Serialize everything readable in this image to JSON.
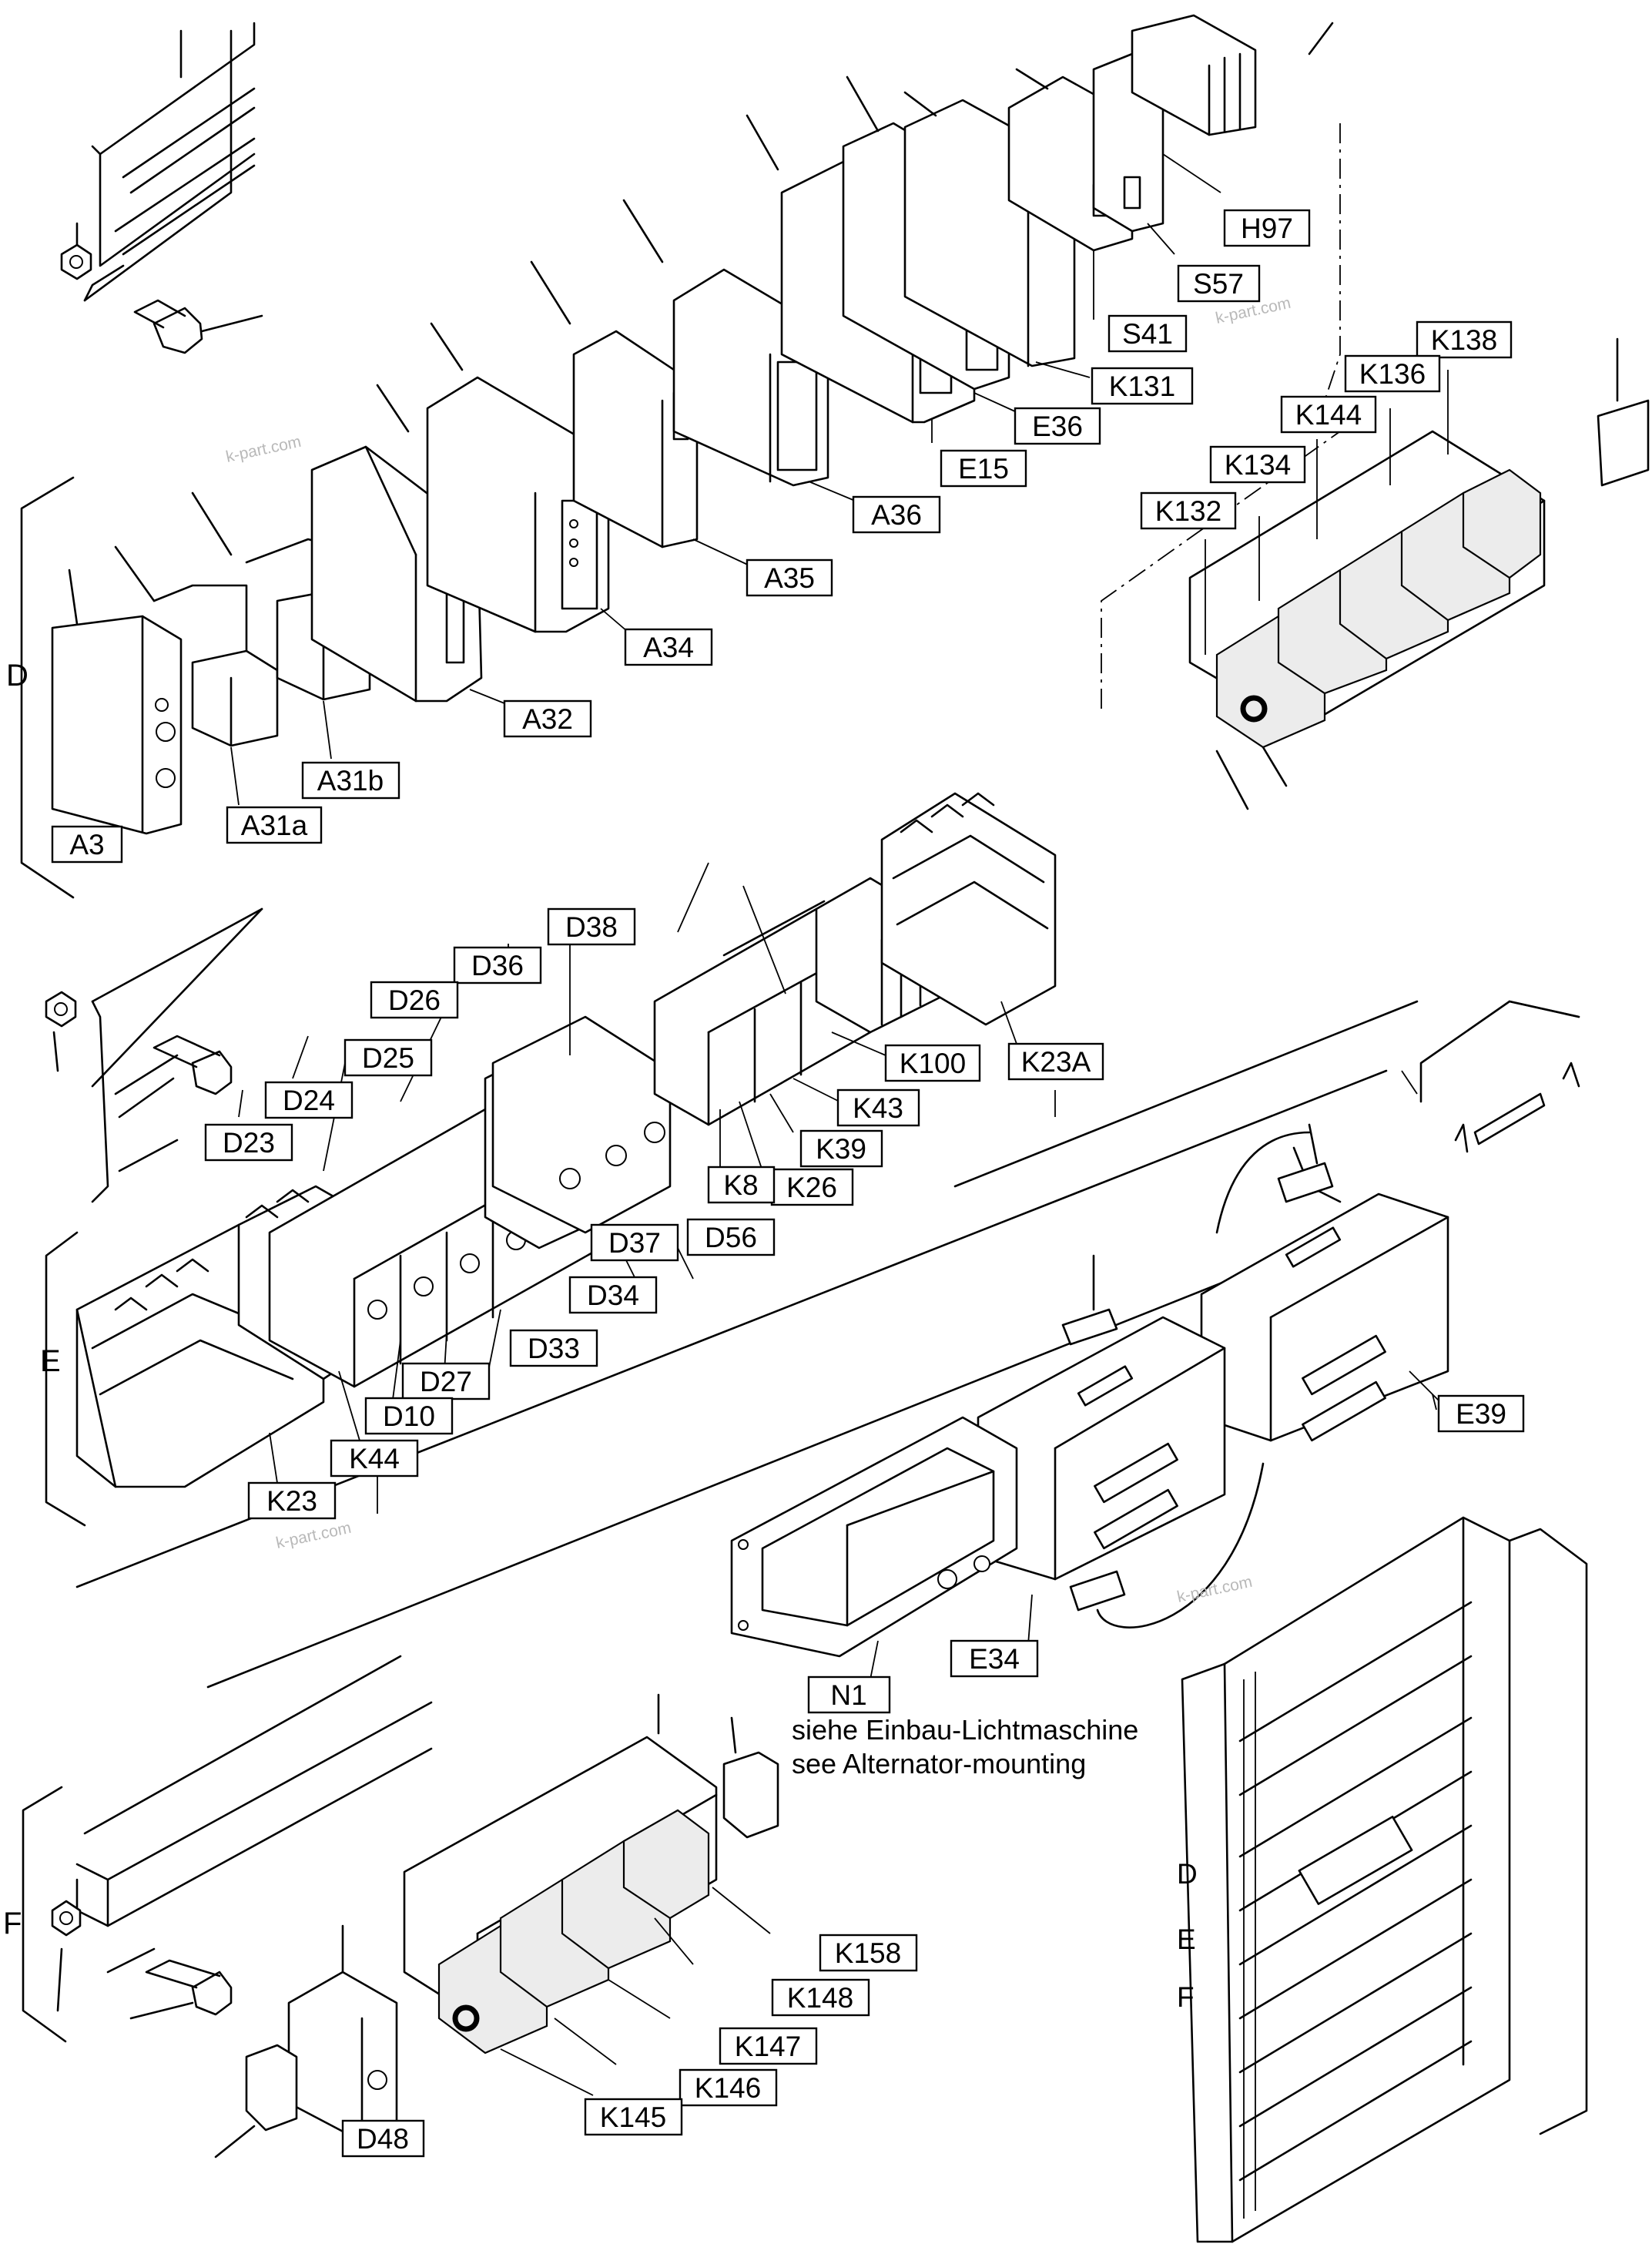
{
  "sections": [
    "D",
    "E",
    "F"
  ],
  "labels": {
    "top": [
      "H97",
      "S57",
      "S41",
      "K131",
      "E36",
      "E15",
      "A36",
      "A35",
      "A34",
      "A32",
      "A31b",
      "A31a",
      "A3"
    ],
    "relay_block_top": [
      "K138",
      "K136",
      "K144",
      "K134",
      "K132"
    ],
    "middle": [
      "D38",
      "D36",
      "D26",
      "D25",
      "D24",
      "D23",
      "K100",
      "K23A",
      "K43",
      "K39",
      "K26",
      "K8",
      "D56",
      "D37",
      "D34",
      "D33",
      "D27",
      "D10",
      "K44",
      "K23"
    ],
    "connectors": [
      "E39",
      "E34",
      "N1"
    ],
    "bottom": [
      "K158",
      "K148",
      "K147",
      "K146",
      "K145",
      "D48"
    ]
  },
  "note": {
    "line1": "siehe Einbau-Lichtmaschine",
    "line2": "see Alternator-mounting"
  },
  "cabinet": {
    "rows": [
      "D",
      "E",
      "F"
    ]
  },
  "watermark": "k-part.com"
}
